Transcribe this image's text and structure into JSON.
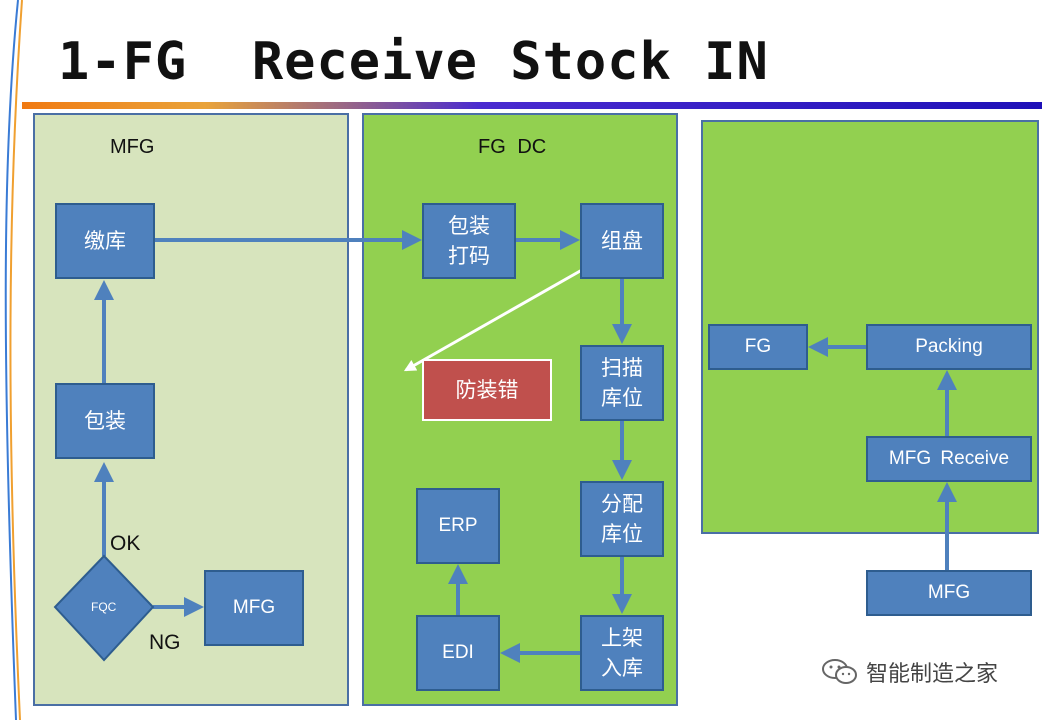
{
  "slide": {
    "title": "1-FG  Receive Stock IN"
  },
  "panels": {
    "mfg_label": "MFG",
    "fgdc_label": "FG  DC"
  },
  "nodes": {
    "jiaoku": "缴库",
    "baozhuang": "包装",
    "fqc": "FQC",
    "mfg_ng": "MFG",
    "baozhuang_dama": "包装\n打码",
    "zupan": "组盘",
    "fangzhuangcuo": "防装错",
    "saomiao_kuwei": "扫描\n库位",
    "fenpei_kuwei": "分配\n库位",
    "shangjia_ruku": "上架\n入库",
    "erp": "ERP",
    "edi": "EDI",
    "right_fg": "FG",
    "right_packing": "Packing",
    "right_mfg_receive": "MFG  Receive",
    "right_mfg": "MFG"
  },
  "conditions": {
    "ok": "OK",
    "ng": "NG"
  },
  "watermark": {
    "text": "智能制造之家",
    "icon": "wechat-icon"
  },
  "colors": {
    "box_blue": "#4f81bd",
    "box_red": "#c0504d",
    "panel_light_green": "#d7e4bd",
    "panel_green": "#92d050",
    "arrow_blue": "#4f81bd"
  }
}
